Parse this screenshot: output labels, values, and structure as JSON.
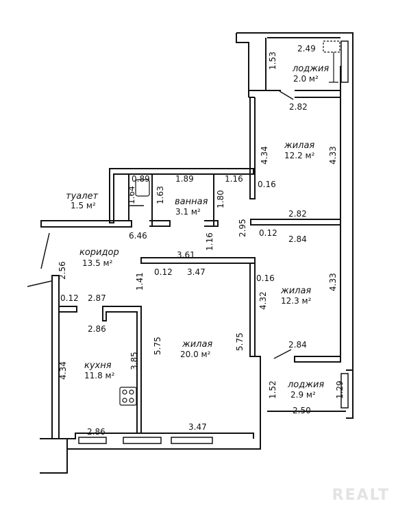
{
  "rooms": {
    "loggia_top": {
      "name": "лоджия",
      "area": "2.0 м²"
    },
    "living_1": {
      "name": "жилая",
      "area": "12.2 м²"
    },
    "toilet": {
      "name": "туалет",
      "area": "1.5 м²"
    },
    "bathroom": {
      "name": "ванная",
      "area": "3.1 м²"
    },
    "corridor": {
      "name": "коридор",
      "area": "13.5 м²"
    },
    "living_2": {
      "name": "жилая",
      "area": "12.3 м²"
    },
    "kitchen": {
      "name": "кухня",
      "area": "11.8 м²"
    },
    "living_3": {
      "name": "жилая",
      "area": "20.0 м²"
    },
    "loggia_bottom": {
      "name": "лоджия",
      "area": "2.9 м²"
    }
  },
  "dimensions": {
    "loggia_top_width": "2.49",
    "loggia_top_depth": "1.53",
    "loggia_top_door": "2.82",
    "living1_height": "4.34",
    "apartment_height_top": "4.33",
    "toilet_width": "0.89",
    "bath_width": "1.89",
    "wall_116_top": "1.16",
    "wall_016": "0.16",
    "toilet_height": "1.64",
    "bath_height_left": "1.63",
    "bath_height_right": "1.80",
    "corridor_length": "6.46",
    "wall_116_mid": "1.16",
    "corridor_width": "2.95",
    "living2_top_width": "2.82",
    "wall_012_right": "0.12",
    "living2_width": "2.84",
    "apartment_height_bottom": "4.33",
    "corridor_side": "2.56",
    "living3_top": "3.61",
    "wall_012_mid": "0.12",
    "living3_width": "3.47",
    "wall_016_mid": "0.16",
    "hall_141": "1.41",
    "living2_height": "4.32",
    "wall_012_left": "0.12",
    "kitchen_top": "2.87",
    "kitchen_width": "2.86",
    "living3_height_left": "5.75",
    "living3_height_right": "5.75",
    "living2_door": "2.84",
    "kitchen_height": "4.34",
    "kitchen_depth": "3.85",
    "loggia_bottom_depth": "1.52",
    "loggia_bottom_right": "1.29",
    "loggia_bottom_width": "2.50",
    "kitchen_bottom": "2.86",
    "living3_bottom": "3.47"
  },
  "watermark": "REALT"
}
